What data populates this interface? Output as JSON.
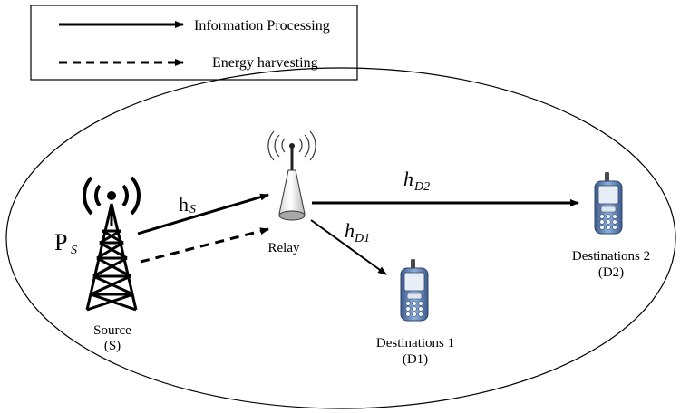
{
  "legend": {
    "solid_label": "Information Processing",
    "dashed_label": "Energy harvesting"
  },
  "source": {
    "name": "Source",
    "abbr": "(S)",
    "power_symbol": "P",
    "power_sub": "S"
  },
  "relay": {
    "name": "Relay"
  },
  "links": {
    "hs": {
      "symbol": "h",
      "sub": "S"
    },
    "hd1": {
      "symbol": "h",
      "sub": "D1"
    },
    "hd2": {
      "symbol": "h",
      "sub": "D2"
    }
  },
  "destination1": {
    "name": "Destinations 1",
    "abbr": "(D1)"
  },
  "destination2": {
    "name": "Destinations 2",
    "abbr": "(D2)"
  },
  "colors": {
    "line": "#000000",
    "phone_body": "#6f8fbf",
    "phone_dark": "#3d5a8a",
    "screen": "#e8eef6"
  }
}
